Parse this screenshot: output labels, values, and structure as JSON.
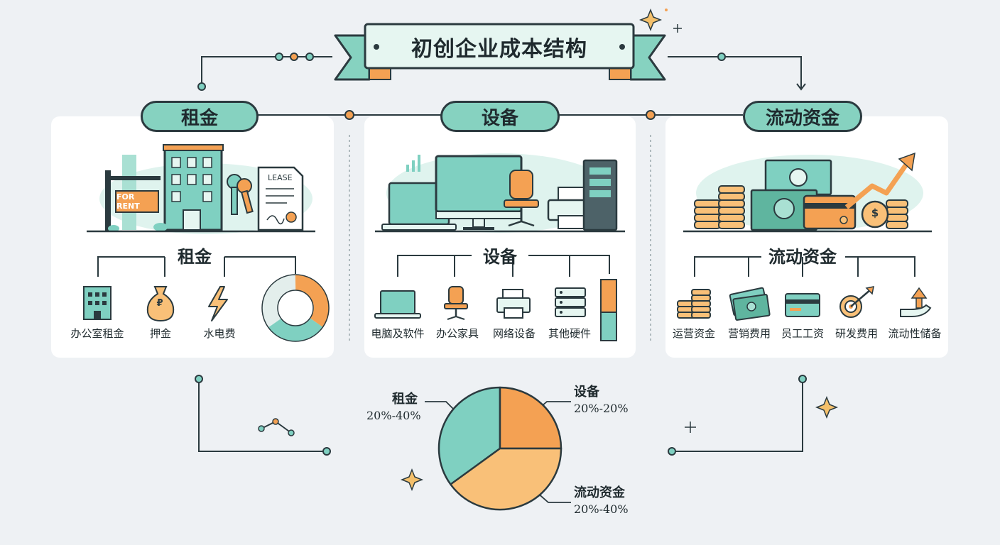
{
  "title": "初创企业成本结构",
  "categories": [
    {
      "heading": "租金",
      "subheading": "租金",
      "sign_text": "FOR RENT",
      "doc_text": "LEASE",
      "currency_symbol": "₽",
      "items": [
        {
          "label": "办公室租金",
          "icon": "office-building-icon"
        },
        {
          "label": "押金",
          "icon": "money-bag-icon"
        },
        {
          "label": "水电费",
          "icon": "lightning-icon"
        }
      ]
    },
    {
      "heading": "设备",
      "subheading": "设备",
      "items": [
        {
          "label": "电脑及软件",
          "icon": "laptop-icon"
        },
        {
          "label": "办公家具",
          "icon": "office-chair-icon"
        },
        {
          "label": "网络设备",
          "icon": "printer-icon"
        },
        {
          "label": "其他硬件",
          "icon": "server-icon"
        }
      ]
    },
    {
      "heading": "流动资金",
      "subheading": "流动资金",
      "currency_symbol": "$",
      "items": [
        {
          "label": "运营资金",
          "icon": "coin-stack-icon"
        },
        {
          "label": "营销费用",
          "icon": "banknotes-icon"
        },
        {
          "label": "员工工资",
          "icon": "credit-card-icon"
        },
        {
          "label": "研发费用",
          "icon": "target-icon"
        },
        {
          "label": "流动性储备",
          "icon": "hand-arrow-icon"
        }
      ]
    }
  ],
  "chart_data": {
    "type": "pie",
    "slices": [
      {
        "label": "租金",
        "range": "20%-40%",
        "value": 35,
        "color": "#7fd0c1"
      },
      {
        "label": "设备",
        "range": "20%-20%",
        "value": 25,
        "color": "#f4a153"
      },
      {
        "label": "流动资金",
        "range": "20%-40%",
        "value": 40,
        "color": "#f9c078"
      }
    ]
  },
  "colors": {
    "teal": "#86d2c0",
    "orange": "#f4a153",
    "light_orange": "#f9c078",
    "outline": "#2b3a3f",
    "panel": "#ffffff",
    "background": "#eef1f4"
  }
}
